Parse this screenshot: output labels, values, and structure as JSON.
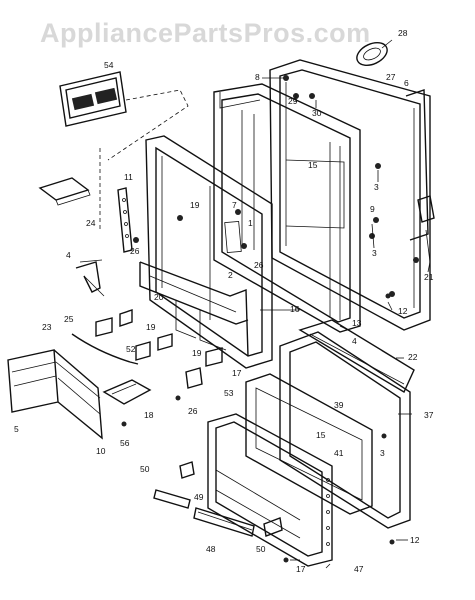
{
  "watermark": "AppliancePartsPros.com",
  "callouts": {
    "c54": "54",
    "c28": "28",
    "c27": "27",
    "c6": "6",
    "c8": "8",
    "c29": "29",
    "c30": "30",
    "c15a": "15",
    "c3a": "3",
    "c11": "11",
    "c19a": "19",
    "c7": "7",
    "c9": "9",
    "c3b": "3",
    "c1": "1",
    "c24": "24",
    "c26a": "26",
    "c2": "2",
    "c26b": "26",
    "c21": "21",
    "c4a": "4",
    "c12a": "12",
    "c20": "20",
    "c16": "16",
    "c13": "13",
    "c25": "25",
    "c19b": "19",
    "c4b": "4",
    "c22": "22",
    "c23": "23",
    "c52": "52",
    "c19c": "19",
    "c17a": "17",
    "c53": "53",
    "c39": "39",
    "c37": "37",
    "c5": "5",
    "c18": "18",
    "c26c": "26",
    "c15b": "15",
    "c41": "41",
    "c3c": "3",
    "c10": "10",
    "c56": "56",
    "c50a": "50",
    "c49": "49",
    "c48": "48",
    "c50b": "50",
    "c12b": "12",
    "c17b": "17",
    "c47": "47"
  }
}
